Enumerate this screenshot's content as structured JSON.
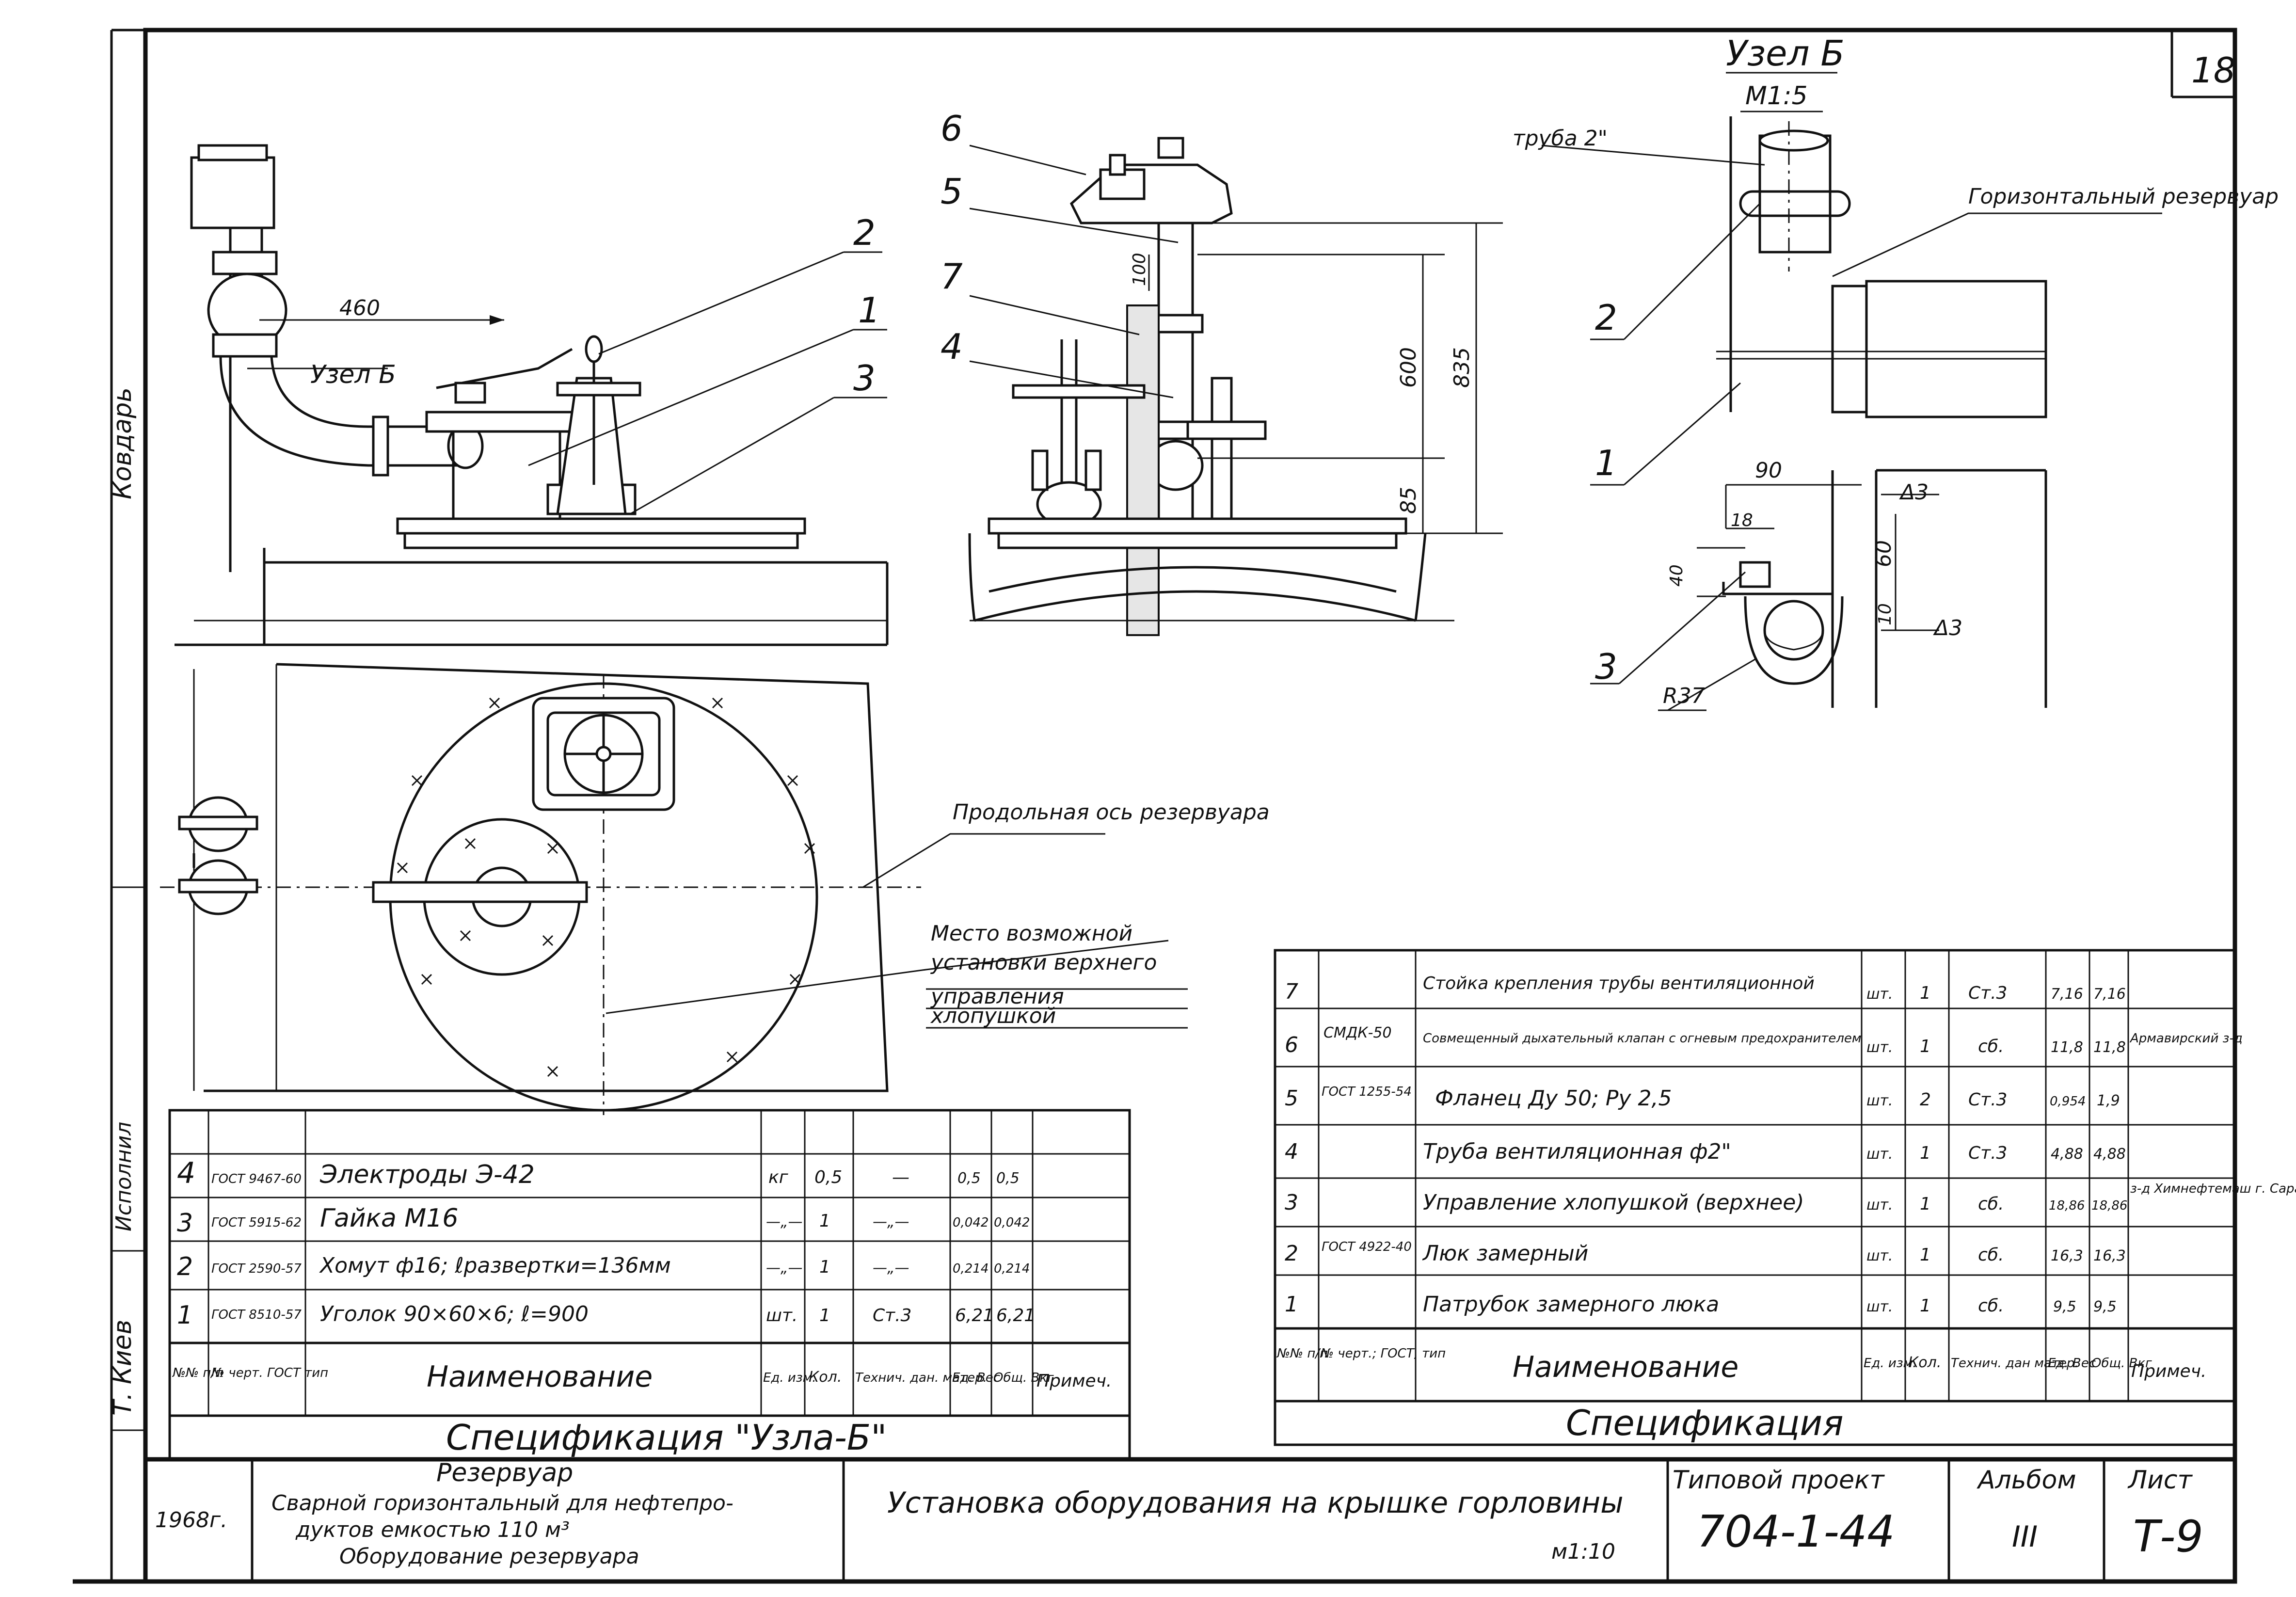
{
  "sheet_number": "18",
  "node_b": {
    "title": "Узел Б",
    "scale": "М1:5",
    "pipe_label": "труба 2\"",
    "tank_label": "Горизонтальный резервуар",
    "dims": {
      "d90": "90",
      "d18": "18",
      "d40": "40",
      "d60": "60",
      "d10": "10",
      "delta3a": "Δ3",
      "delta3b": "Δ3",
      "r37": "R37"
    }
  },
  "callouts": {
    "c1": "1",
    "c2": "2",
    "c3": "3",
    "c4": "4",
    "c5": "5",
    "c6": "6",
    "c7": "7",
    "b1": "1",
    "b2": "2",
    "b3": "3"
  },
  "views": {
    "left_dim": "460",
    "node_b_ref": "Узел Б",
    "mid_dims": {
      "d100": "100",
      "d600": "600",
      "d835": "835",
      "d85": "85"
    },
    "axis_label": "Продольная ось резервуара",
    "place_label": [
      "Место возможной",
      "установки верхнего",
      "управления",
      "хлопушкой"
    ]
  },
  "margin": {
    "l1": "Ковдарь",
    "l2": "Исполнил",
    "l3": "Т. Киев"
  },
  "spec_node": {
    "title": "Спецификация \"Узла-Б\"",
    "headers": {
      "num": "№№ п/п",
      "doc": "№ черт. ГОСТ тип",
      "name": "Наименование",
      "unit": "Ед. изм.",
      "qty": "Кол.",
      "mat": "Технич. дан. матер.",
      "unit_w": "Ед. Вес",
      "total_w": "Общ. Вкг",
      "note": "Примеч."
    },
    "rows": [
      {
        "num": "4",
        "doc": "ГОСТ 9467-60",
        "name": "Электроды Э-42",
        "unit": "кг",
        "qty": "0,5",
        "mat": "—",
        "unit_w": "0,5",
        "total_w": "0,5",
        "note": ""
      },
      {
        "num": "3",
        "doc": "ГОСТ 5915-62",
        "name": "Гайка М16",
        "unit": "—„—",
        "qty": "1",
        "mat": "—„—",
        "unit_w": "0,042",
        "total_w": "0,042",
        "note": ""
      },
      {
        "num": "2",
        "doc": "ГОСТ 2590-57",
        "name": "Хомут ф16; ℓразвертки=136мм",
        "unit": "—„—",
        "qty": "1",
        "mat": "—„—",
        "unit_w": "0,214",
        "total_w": "0,214",
        "note": ""
      },
      {
        "num": "1",
        "doc": "ГОСТ 8510-57",
        "name": "Уголок 90×60×6; ℓ=900",
        "unit": "шт.",
        "qty": "1",
        "mat": "Ст.3",
        "unit_w": "6,21",
        "total_w": "6,21",
        "note": ""
      }
    ]
  },
  "spec_main": {
    "title": "Спецификация",
    "headers": {
      "num": "№№ п/п",
      "doc": "№ черт.; ГОСТ, тип",
      "name": "Наименование",
      "unit": "Ед. изм.",
      "qty": "Кол.",
      "mat": "Технич. дан матер.",
      "unit_w": "Ед. Вес",
      "total_w": "Общ. Вкг",
      "note": "Примеч."
    },
    "rows": [
      {
        "num": "7",
        "doc": "",
        "name": "Стойка крепления трубы вентиляционной",
        "unit": "шт.",
        "qty": "1",
        "mat": "Ст.3",
        "unit_w": "7,16",
        "total_w": "7,16",
        "note": ""
      },
      {
        "num": "6",
        "doc": "СМДК-50",
        "name": "Совмещенный дыхательный клапан с огневым предохранителем",
        "unit": "шт.",
        "qty": "1",
        "mat": "сб.",
        "unit_w": "11,8",
        "total_w": "11,8",
        "note": "Армавирский з-д"
      },
      {
        "num": "5",
        "doc": "ГОСТ 1255-54",
        "name": "Фланец Ду 50; Ру 2,5",
        "unit": "шт.",
        "qty": "2",
        "mat": "Ст.3",
        "unit_w": "0,954",
        "total_w": "1,9",
        "note": ""
      },
      {
        "num": "4",
        "doc": "",
        "name": "Труба вентиляционная ф2\"",
        "unit": "шт.",
        "qty": "1",
        "mat": "Ст.3",
        "unit_w": "4,88",
        "total_w": "4,88",
        "note": ""
      },
      {
        "num": "3",
        "doc": "",
        "name": "Управление хлопушкой (верхнее)",
        "unit": "шт.",
        "qty": "1",
        "mat": "сб.",
        "unit_w": "18,86",
        "total_w": "18,86",
        "note": "з-д Химнефтемаш г. Саратов"
      },
      {
        "num": "2",
        "doc": "ГОСТ 4922-40",
        "name": "Люк замерный",
        "unit": "шт.",
        "qty": "1",
        "mat": "сб.",
        "unit_w": "16,3",
        "total_w": "16,3",
        "note": ""
      },
      {
        "num": "1",
        "doc": "",
        "name": "Патрубок замерного люка",
        "unit": "шт.",
        "qty": "1",
        "mat": "сб.",
        "unit_w": "9,5",
        "total_w": "9,5",
        "note": ""
      }
    ]
  },
  "title_block": {
    "year": "1968г.",
    "object_title": "Резервуар",
    "object_l1": "Сварной горизонтальный для нефтепро-",
    "object_l2": "дуктов емкостью 110 м³",
    "object_l3": "Оборудование резервуара",
    "drawing_title": "Установка оборудования на крышке горловины",
    "scale": "м1:10",
    "project_label": "Типовой проект",
    "project_number": "704-1-44",
    "album_label": "Альбом",
    "album_number": "III",
    "sheet_label": "Лист",
    "sheet_code": "Т-9"
  }
}
